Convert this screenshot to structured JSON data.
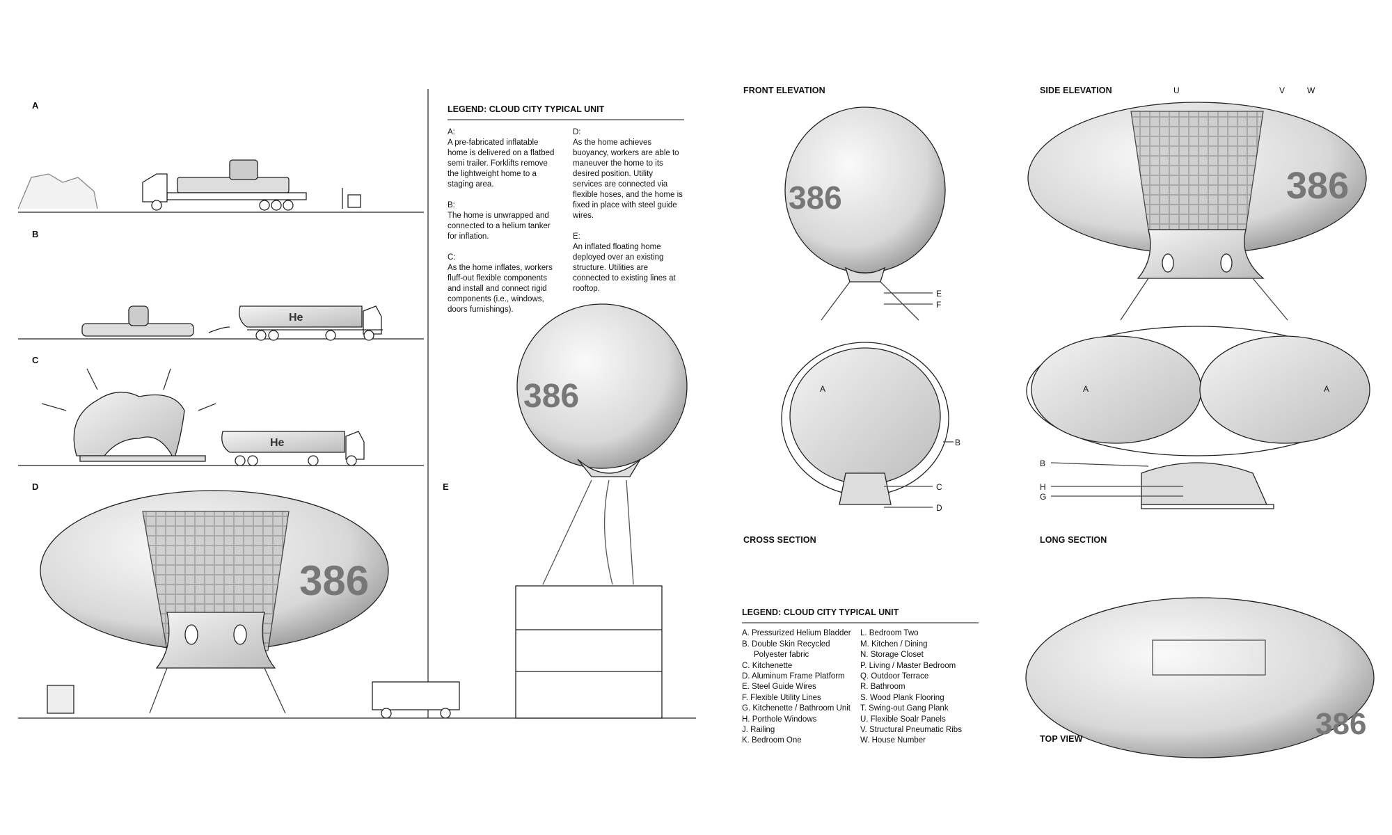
{
  "panels": {
    "a": "A",
    "b": "B",
    "c": "C",
    "d": "D",
    "e": "E"
  },
  "tanker_text": "He",
  "house_number": "386",
  "legend_steps": {
    "title": "LEGEND: CLOUD CITY TYPICAL UNIT",
    "entries": [
      {
        "key": "A:",
        "text": "A pre-fabricated inflatable home is delivered on a flatbed semi trailer. Forklifts remove the lightweight home to a staging area."
      },
      {
        "key": "B:",
        "text": "The home is unwrapped and connected to a helium tanker for inflation."
      },
      {
        "key": "C:",
        "text": "As the home inflates, workers fluff-out flexible components and install and connect rigid components (i.e., windows, doors furnishings)."
      },
      {
        "key": "D:",
        "text": "As the home achieves buoyancy, workers are able to maneuver the home to its desired position. Utility services are connected via flexible hoses, and the home is fixed in place with steel guide wires."
      },
      {
        "key": "E:",
        "text": "An inflated floating home deployed over an existing structure.  Utilities are connected to existing lines at rooftop."
      }
    ]
  },
  "views": {
    "front_elevation": "FRONT ELEVATION",
    "side_elevation": "SIDE ELEVATION",
    "cross_section": "CROSS SECTION",
    "long_section": "LONG SECTION",
    "top_view": "TOP VIEW"
  },
  "callouts": {
    "a": "A",
    "b": "B",
    "c": "C",
    "d": "D",
    "e": "E",
    "f": "F",
    "g": "G",
    "h": "H",
    "u": "U",
    "v": "V",
    "w": "W"
  },
  "legend_parts": {
    "title": "LEGEND: CLOUD CITY TYPICAL UNIT",
    "left": [
      "A.  Pressurized Helium Bladder",
      "B.  Double Skin Recycled",
      "Polyester fabric",
      "C.  Kitchenette",
      "D.  Aluminum Frame Platform",
      "E.  Steel Guide Wires",
      "F.  Flexible Utility Lines",
      "G.  Kitchenette / Bathroom Unit",
      "H.  Porthole Windows",
      "J.  Railing",
      "K.  Bedroom One"
    ],
    "right": [
      "L.  Bedroom Two",
      "M.  Kitchen / Dining",
      "N.  Storage Closet",
      "P.  Living / Master Bedroom",
      "Q.  Outdoor Terrace",
      "R.  Bathroom",
      "S.  Wood Plank Flooring",
      "T.  Swing-out Gang Plank",
      "U.  Flexible Soalr Panels",
      "V.  Structural Pneumatic Ribs",
      "W.  House Number"
    ]
  }
}
